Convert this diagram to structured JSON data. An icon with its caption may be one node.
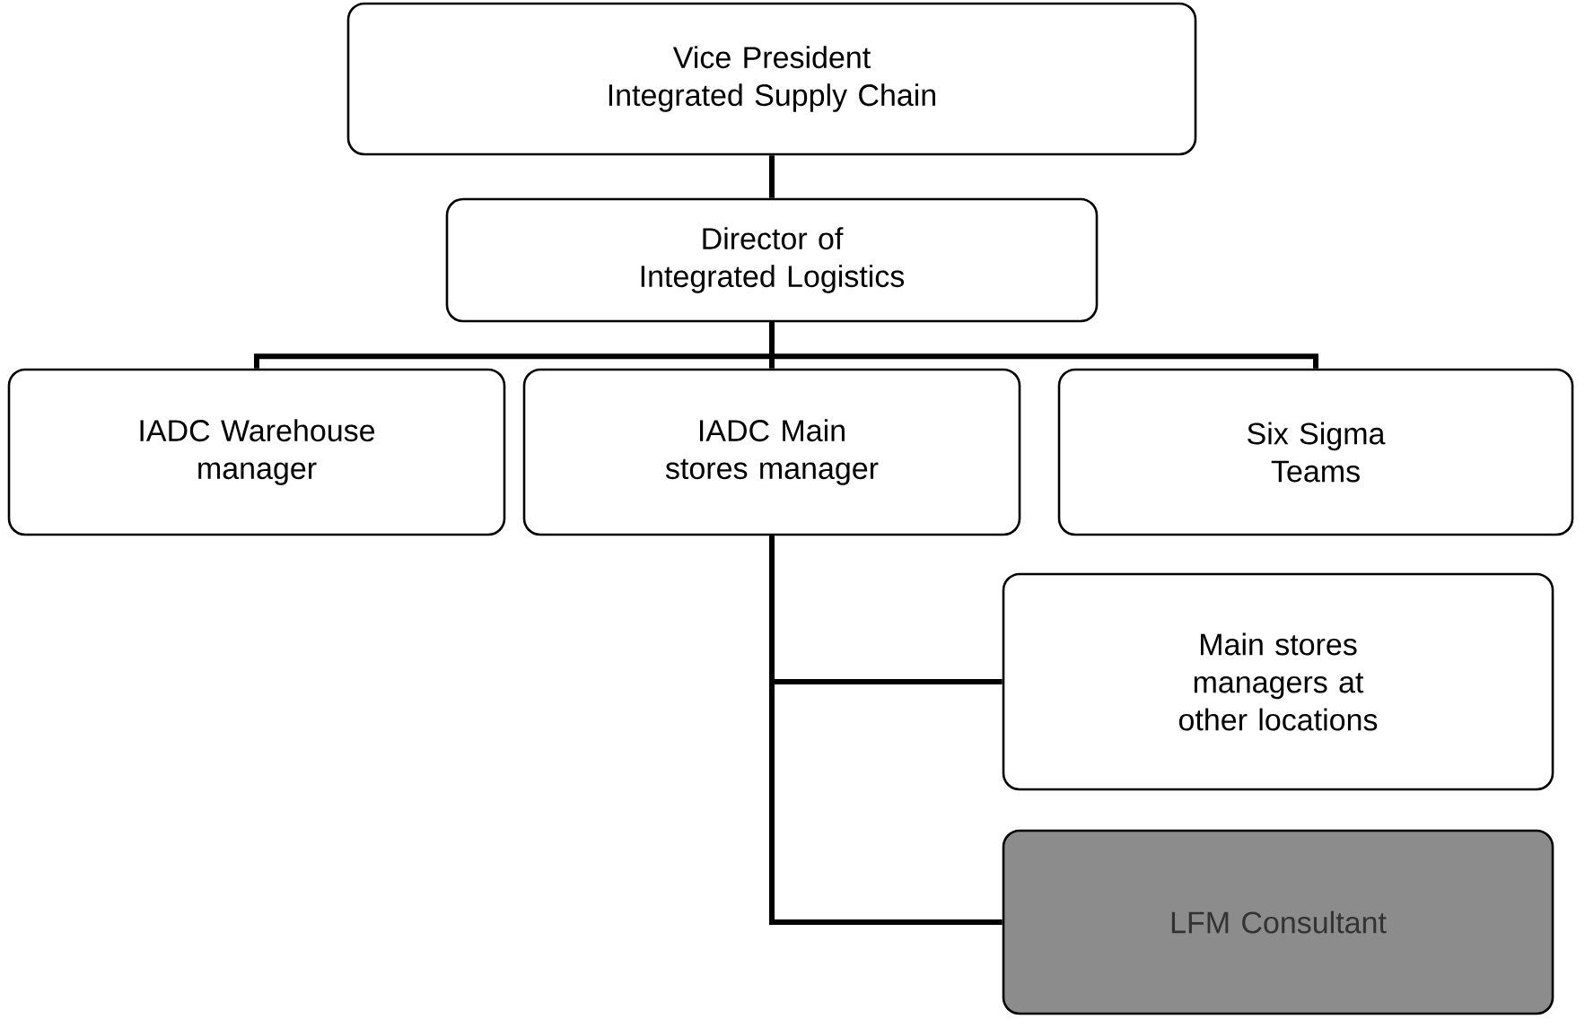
{
  "diagram": {
    "nodes": [
      {
        "text": [
          "Vice President Integrated Supply Chain"
        ]
      },
      {
        "text": [
          "Director of Integrated Logistics"
        ]
      },
      {
        "text": [
          "IADC Warehouse manager"
        ]
      },
      {
        "text": [
          "IADC Main stores manager"
        ]
      },
      {
        "text": [
          "Six Sigma Teams"
        ]
      },
      {
        "text": [
          "Main stores managers at other locations"
        ]
      },
      {
        "text": [
          "LFM Consultant"
        ]
      }
    ],
    "edges": [
      {
        "from": 0,
        "to": 1,
        "arrow": "none"
      },
      {
        "from": 1,
        "to": 2,
        "arrow": "none"
      },
      {
        "from": 1,
        "to": 3,
        "arrow": "none"
      },
      {
        "from": 1,
        "to": 4,
        "arrow": "none"
      },
      {
        "from": 3,
        "to": 5,
        "arrow": "none"
      },
      {
        "from": 3,
        "to": 6,
        "arrow": "none"
      }
    ]
  }
}
